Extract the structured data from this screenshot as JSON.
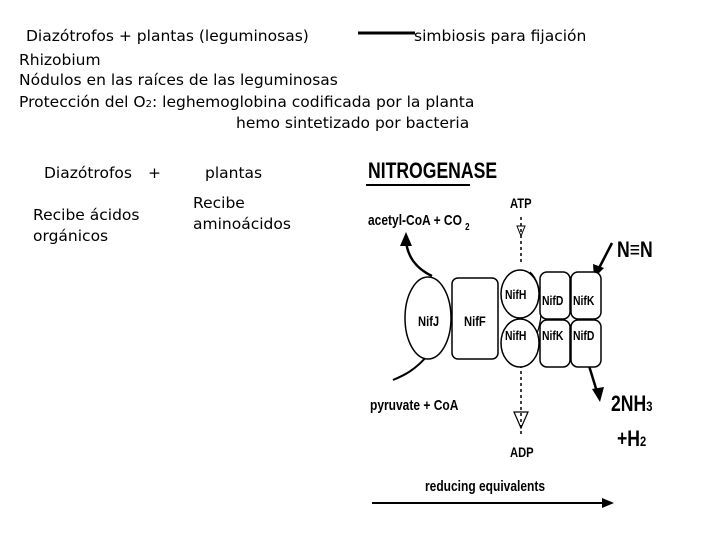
{
  "header": {
    "line1_left": "Diazótrofos  +  plantas (leguminosas)",
    "line1_right": "simbiosis para fijación",
    "line2": "Rhizobium",
    "line3": "Nódulos en las raíces de las leguminosas",
    "line4_pre": "Protección del O",
    "line4_sub": "2",
    "line4_post": ": leghemoglobina codificada por la planta",
    "line5": "hemo sintetizado por bacteria"
  },
  "middle": {
    "diazotrofos": "Diazótrofos",
    "plus": "+",
    "plantas": "plantas",
    "recibe_acidos_1": "Recibe ácidos",
    "recibe_acidos_2": "orgánicos",
    "recibe_amino_1": "Recibe",
    "recibe_amino_2": "aminoácidos"
  },
  "figure": {
    "title": "NITROGENASE",
    "atp": "ATP",
    "acetyl_coa": "acetyl-CoA + CO",
    "acetyl_sub": "2",
    "n2": "N≡N",
    "nifj": "NifJ",
    "niff": "NifF",
    "nifh_top": "NifH",
    "nifh_bottom": "NifH",
    "nifd_top": "NifD",
    "nifk_top": "NifK",
    "nifk_bottom": "NifK",
    "nifd_bottom": "NifD",
    "pyruvate": "pyruvate + CoA",
    "adp": "ADP",
    "nh3": "2NH",
    "nh3_sub": "3",
    "h2": "+H",
    "h2_sub": "2",
    "reducing": "reducing equivalents"
  }
}
